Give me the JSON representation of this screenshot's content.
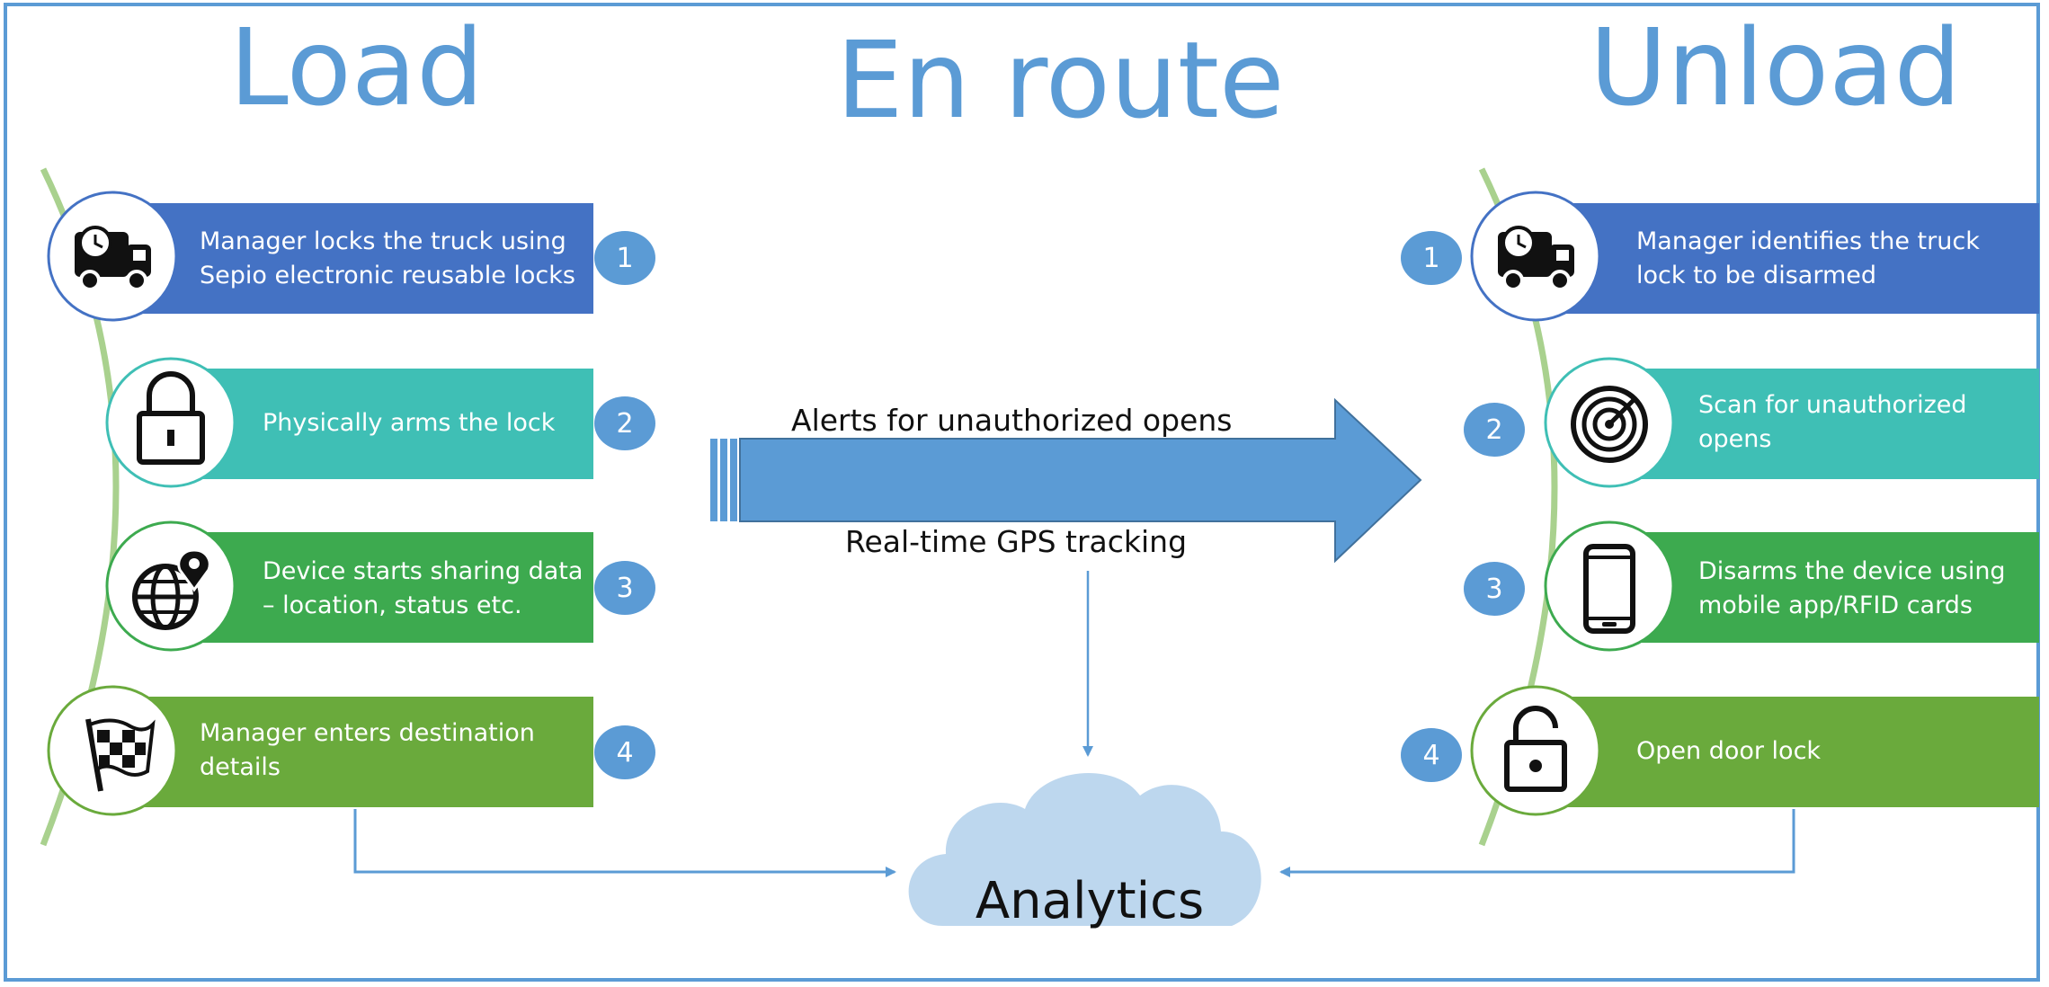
{
  "headings": {
    "load": "Load",
    "en_route": "En route",
    "unload": "Unload"
  },
  "load_steps": [
    {
      "number": "1",
      "text": "Manager locks the truck using Sepio electronic reusable locks",
      "color": "#4472c4",
      "icon": "truck-clock-icon"
    },
    {
      "number": "2",
      "text": "Physically arms the lock",
      "color": "#3fbfb5",
      "icon": "padlock-closed-icon"
    },
    {
      "number": "3",
      "text": "Device starts sharing data – location, status etc.",
      "color": "#3daa4f",
      "icon": "globe-location-pin-icon"
    },
    {
      "number": "4",
      "text": "Manager enters destination details",
      "color": "#6aaa3c",
      "icon": "checkered-flag-icon"
    }
  ],
  "unload_steps": [
    {
      "number": "1",
      "text": "Manager identifies the truck lock to be disarmed",
      "color": "#4472c4",
      "icon": "truck-clock-icon"
    },
    {
      "number": "2",
      "text": "Scan for unauthorized opens",
      "color": "#3fbfb5",
      "icon": "radar-icon"
    },
    {
      "number": "3",
      "text": "Disarms the device using mobile app/RFID cards",
      "color": "#3daa4f",
      "icon": "smartphone-icon"
    },
    {
      "number": "4",
      "text": "Open door lock",
      "color": "#6aaa3c",
      "icon": "padlock-open-icon"
    }
  ],
  "en_route": {
    "top_label": "Alerts for unauthorized opens",
    "bottom_label": "Real-time GPS tracking"
  },
  "analytics": {
    "label": "Analytics"
  },
  "colors": {
    "heading": "#5b9bd5",
    "badge": "#5b9bd5",
    "arrow": "#5b9bd5",
    "cloud": "#bdd7ee",
    "timeline": "#a9d18e"
  }
}
